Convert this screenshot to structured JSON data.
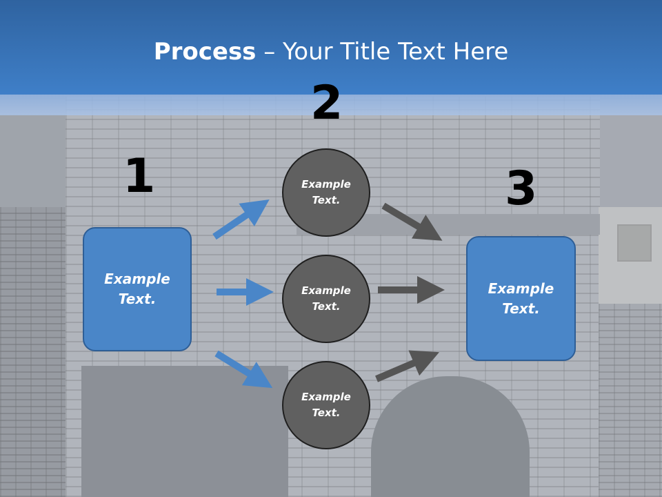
{
  "title": {
    "bold": "Process",
    "rest": " – Your Title Text Here"
  },
  "steps": {
    "one": "1",
    "two": "2",
    "three": "3"
  },
  "left_box": {
    "line1": "Example",
    "line2": "Text."
  },
  "circles": [
    {
      "line1": "Example",
      "line2": "Text."
    },
    {
      "line1": "Example",
      "line2": "Text."
    },
    {
      "line1": "Example",
      "line2": "Text."
    }
  ],
  "right_box": {
    "line1": "Example",
    "line2": "Text."
  },
  "colors": {
    "header": "#3a74b8",
    "box": "#4a86c8",
    "circle": "#606060",
    "arrow_blue": "#4a86c8",
    "arrow_gray": "#555555"
  }
}
